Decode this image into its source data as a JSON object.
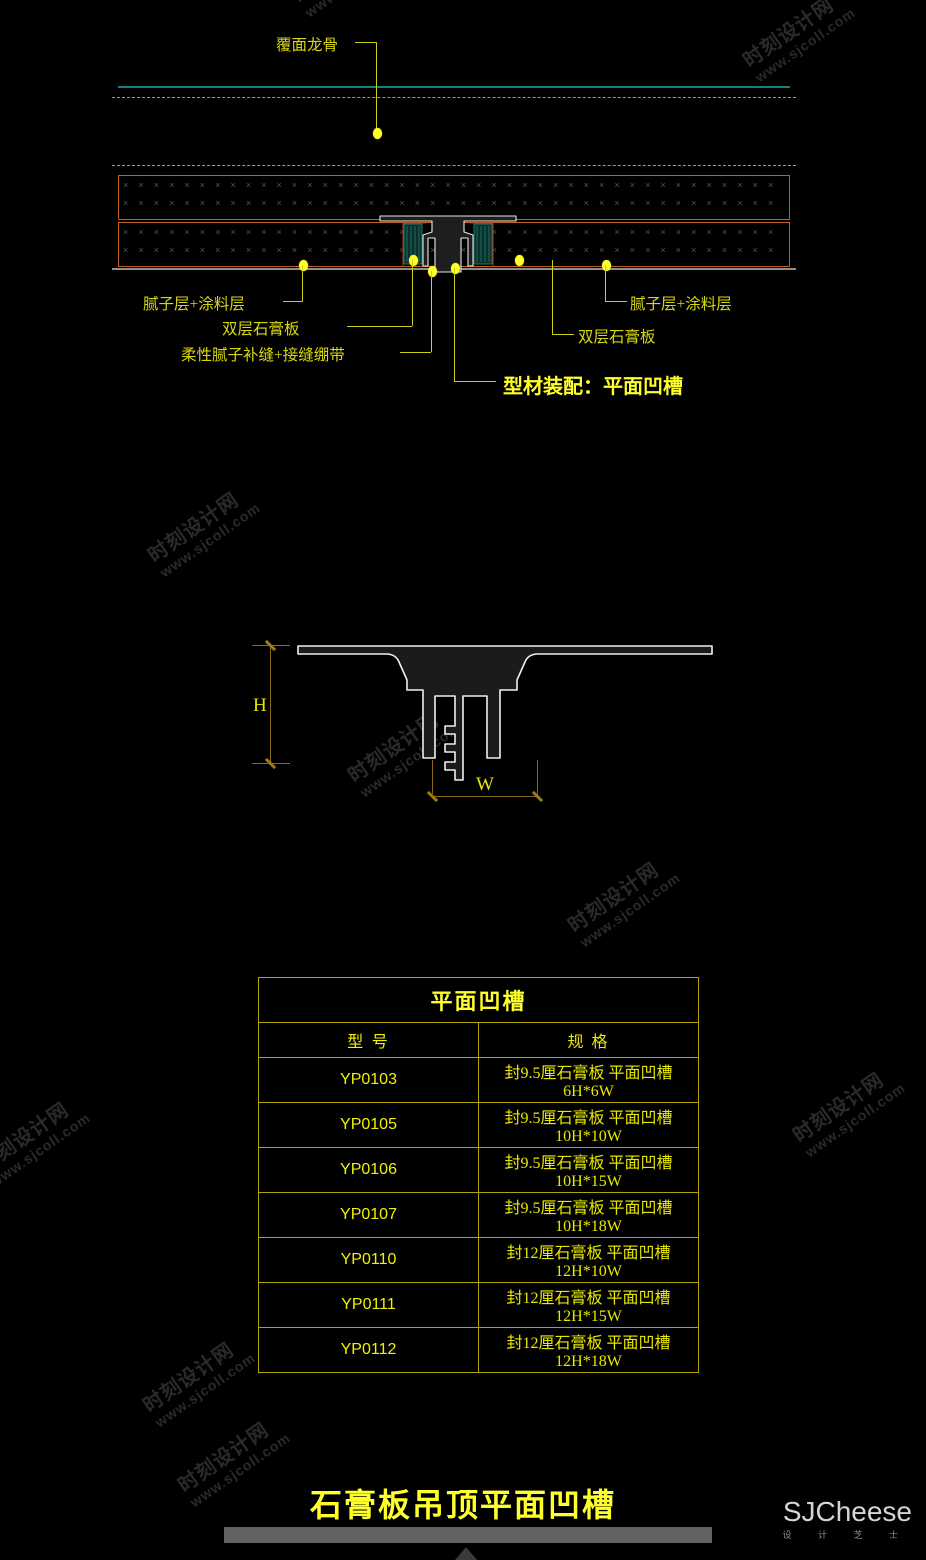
{
  "detail": {
    "callouts": [
      {
        "id": "c1",
        "text": "覆面龙骨"
      },
      {
        "id": "c2",
        "text": "腻子层+涂料层"
      },
      {
        "id": "c3",
        "text": "双层石膏板"
      },
      {
        "id": "c4",
        "text": "柔性腻子补缝+接缝绷带"
      },
      {
        "id": "c5",
        "text": "腻子层+涂料层"
      },
      {
        "id": "c6",
        "text": "双层石膏板"
      },
      {
        "id": "c7",
        "text": "型材装配：平面凹槽"
      }
    ],
    "colors": {
      "callout_yellow": "#d8d80f",
      "highlight_yellow": "#ffff2a",
      "board_outline": "#c4601d",
      "ceiling_line": "#16807e",
      "hatch": "#575757",
      "profile_outline": "#ffffff"
    }
  },
  "profile": {
    "height_label": "H",
    "width_label": "W",
    "dim_color": "#8a6a12"
  },
  "table": {
    "title": "平面凹槽",
    "headers": [
      "型  号",
      "规    格"
    ],
    "rows": [
      {
        "model": "YP0103",
        "spec": "封9.5厘石膏板  平面凹槽6H*6W"
      },
      {
        "model": "YP0105",
        "spec": "封9.5厘石膏板  平面凹槽10H*10W"
      },
      {
        "model": "YP0106",
        "spec": "封9.5厘石膏板  平面凹槽10H*15W"
      },
      {
        "model": "YP0107",
        "spec": "封9.5厘石膏板  平面凹槽10H*18W"
      },
      {
        "model": "YP0110",
        "spec": "封12厘石膏板  平面凹槽12H*10W"
      },
      {
        "model": "YP0111",
        "spec": "封12厘石膏板  平面凹槽12H*15W"
      },
      {
        "model": "YP0112",
        "spec": "封12厘石膏板  平面凹槽12H*18W"
      }
    ]
  },
  "footer": {
    "title": "石膏板吊顶平面凹槽",
    "brand_name": "SJCheese",
    "brand_sub": "设 计 芝 士"
  },
  "watermark": {
    "line1": "时刻设计网",
    "line2": "www.sjcoll.com"
  }
}
